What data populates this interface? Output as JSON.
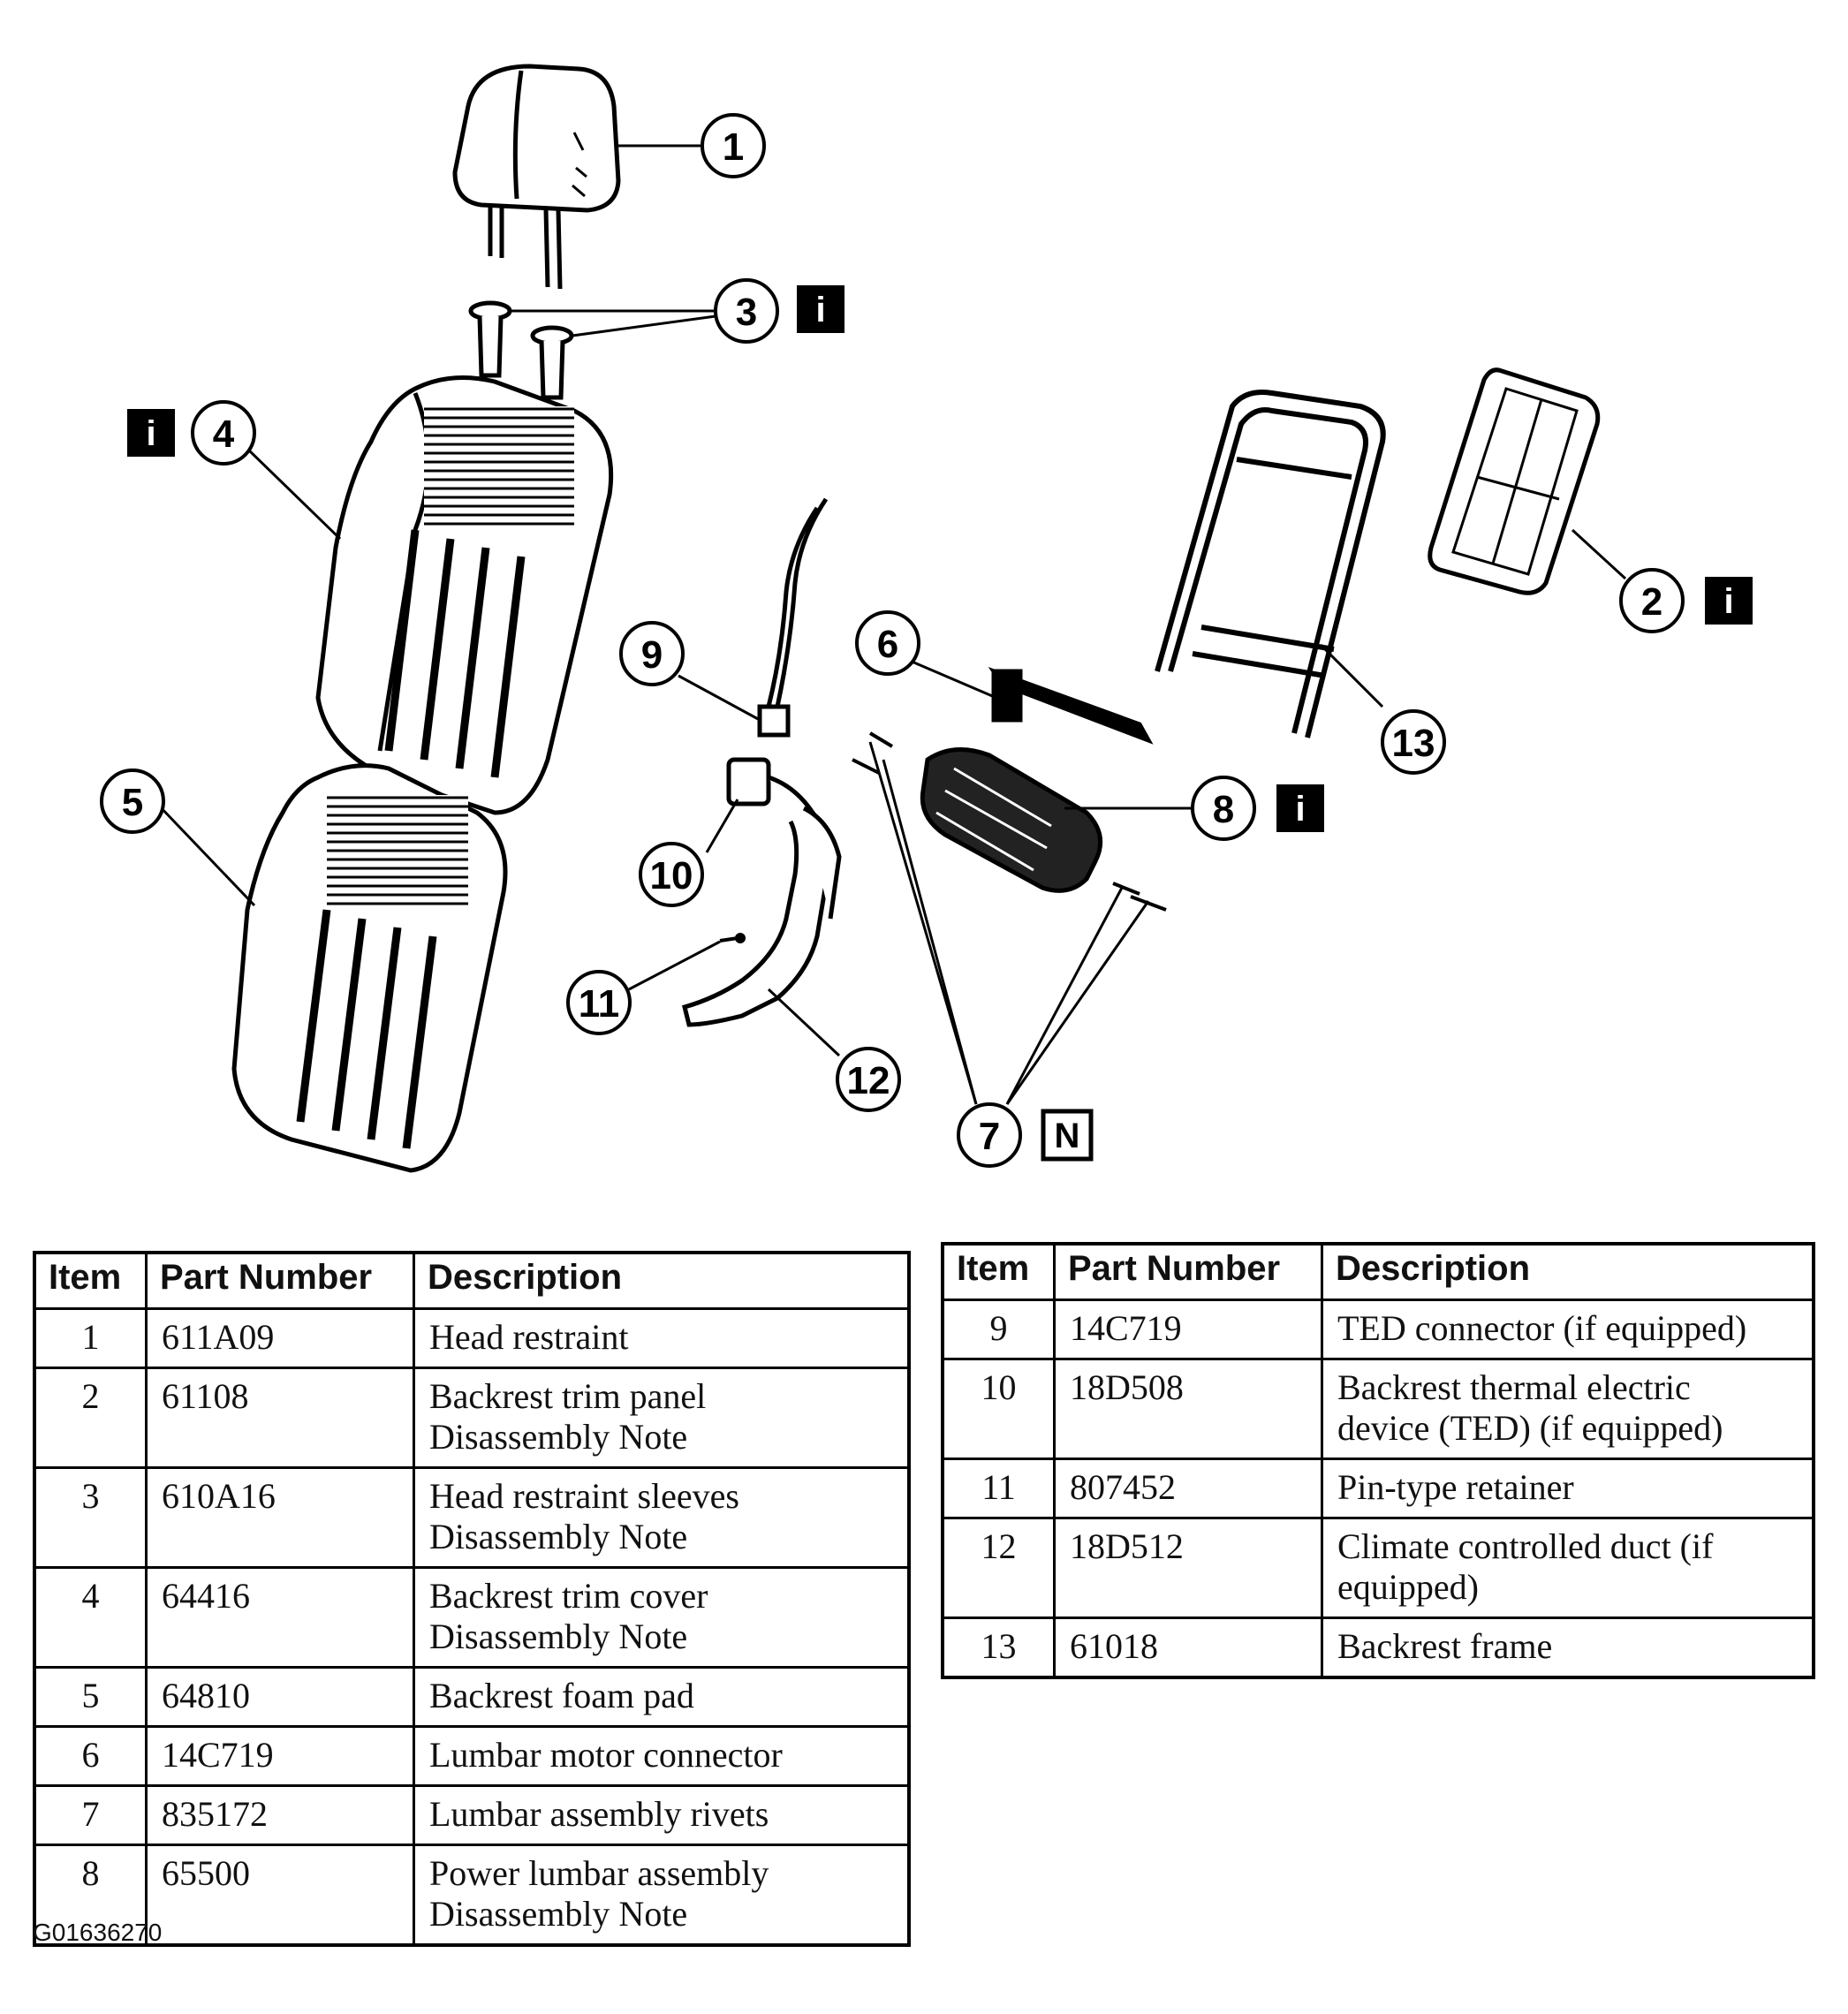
{
  "diagram": {
    "callouts": [
      "1",
      "2",
      "3",
      "4",
      "5",
      "6",
      "7",
      "8",
      "9",
      "10",
      "11",
      "12",
      "13"
    ],
    "info_badge": "i",
    "note_badge": "N"
  },
  "tables": [
    {
      "headers": [
        "Item",
        "Part Number",
        "Description"
      ],
      "rows": [
        {
          "item": "1",
          "part": "611A09",
          "desc": [
            "Head restraint"
          ]
        },
        {
          "item": "2",
          "part": "61108",
          "desc": [
            "Backrest trim panel",
            "Disassembly Note"
          ]
        },
        {
          "item": "3",
          "part": "610A16",
          "desc": [
            "Head restraint sleeves",
            "Disassembly Note"
          ]
        },
        {
          "item": "4",
          "part": "64416",
          "desc": [
            "Backrest trim cover",
            "Disassembly Note"
          ]
        },
        {
          "item": "5",
          "part": "64810",
          "desc": [
            "Backrest foam pad"
          ]
        },
        {
          "item": "6",
          "part": "14C719",
          "desc": [
            "Lumbar motor connector"
          ]
        },
        {
          "item": "7",
          "part": "835172",
          "desc": [
            "Lumbar assembly rivets"
          ]
        },
        {
          "item": "8",
          "part": "65500",
          "desc": [
            "Power lumbar assembly",
            "Disassembly Note"
          ]
        }
      ]
    },
    {
      "headers": [
        "Item",
        "Part Number",
        "Description"
      ],
      "rows": [
        {
          "item": "9",
          "part": "14C719",
          "desc": [
            "TED connector (if equipped)"
          ]
        },
        {
          "item": "10",
          "part": "18D508",
          "desc": [
            "Backrest thermal electric",
            "device (TED) (if equipped)"
          ]
        },
        {
          "item": "11",
          "part": "807452",
          "desc": [
            "Pin-type retainer"
          ]
        },
        {
          "item": "12",
          "part": "18D512",
          "desc": [
            "Climate controlled duct (if",
            "equipped)"
          ]
        },
        {
          "item": "13",
          "part": "61018",
          "desc": [
            "Backrest frame"
          ]
        }
      ]
    }
  ],
  "figure_code": "G01636270"
}
